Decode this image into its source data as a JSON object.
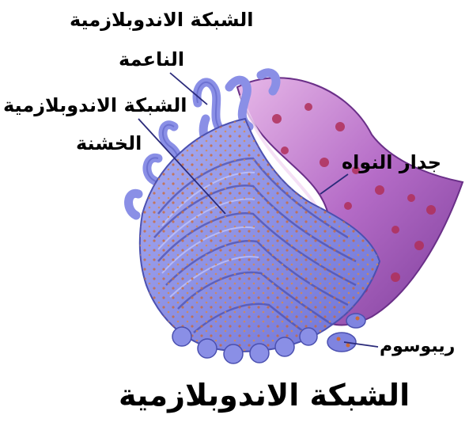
{
  "labels": {
    "smooth_er_line1": "الشبكة الاندوبلازمية",
    "smooth_er_line2": "الناعمة",
    "rough_er_line1": "الشبكة الاندوبلازمية",
    "rough_er_line2": "الخشنة",
    "nuclear_envelope": "جدار النواه",
    "ribosome": "ريبوسوم",
    "title": "الشبكة الاندوبلازمية"
  },
  "colors": {
    "er_membrane": "#8a8fe6",
    "er_dark": "#5a5fc4",
    "nucleus": "#b86bc8",
    "nuclear_pores": "#b0305a",
    "ribosome_dots": "#c96a3a",
    "leader_line": "#2a2a7a"
  }
}
